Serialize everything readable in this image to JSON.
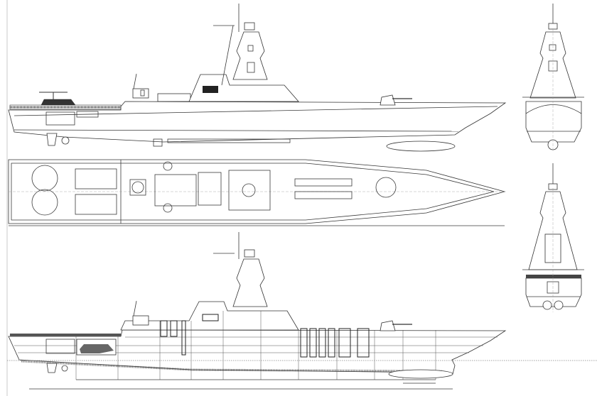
{
  "drawing": {
    "line_color": "#3a3a3a",
    "background": "#ffffff",
    "views": [
      "side-elevation",
      "plan-view",
      "inboard-profile",
      "bow-elevation",
      "stern-elevation"
    ]
  }
}
